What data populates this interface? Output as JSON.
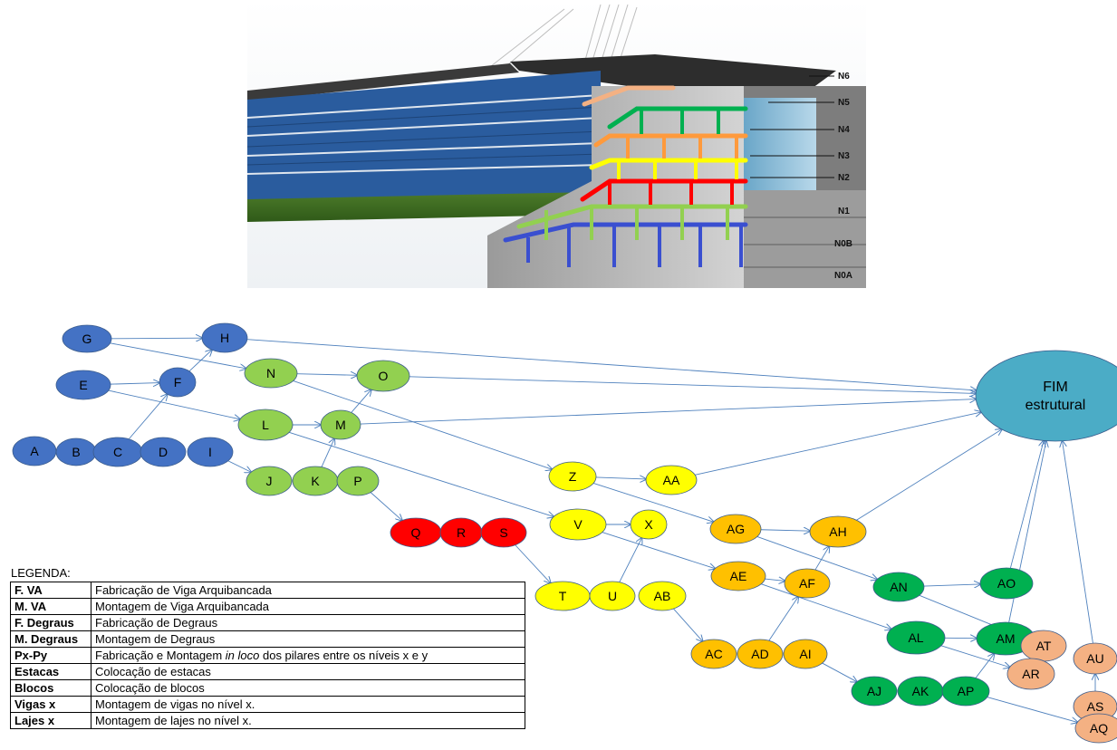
{
  "render": {
    "levels": [
      "N6",
      "N5",
      "N4",
      "N3",
      "N2",
      "N1",
      "N0B",
      "N0A"
    ]
  },
  "colors": {
    "blue": "#4472c4",
    "green": "#92d050",
    "red": "#ff0000",
    "yellow": "#ffff00",
    "orange": "#ffc000",
    "darkgreen": "#00b050",
    "peach": "#f4b183",
    "teal": "#4bacc6",
    "arrow": "#4f81bd"
  },
  "nodes": [
    {
      "id": "G",
      "label": "G",
      "color": "blue"
    },
    {
      "id": "H",
      "label": "H",
      "color": "blue"
    },
    {
      "id": "E",
      "label": "E",
      "color": "blue"
    },
    {
      "id": "F",
      "label": "F",
      "color": "blue"
    },
    {
      "id": "A",
      "label": "A",
      "color": "blue"
    },
    {
      "id": "B",
      "label": "B",
      "color": "blue"
    },
    {
      "id": "C",
      "label": "C",
      "color": "blue"
    },
    {
      "id": "D",
      "label": "D",
      "color": "blue"
    },
    {
      "id": "I",
      "label": "I",
      "color": "blue"
    },
    {
      "id": "N",
      "label": "N",
      "color": "green"
    },
    {
      "id": "O",
      "label": "O",
      "color": "green"
    },
    {
      "id": "L",
      "label": "L",
      "color": "green"
    },
    {
      "id": "M",
      "label": "M",
      "color": "green"
    },
    {
      "id": "J",
      "label": "J",
      "color": "green"
    },
    {
      "id": "K",
      "label": "K",
      "color": "green"
    },
    {
      "id": "P",
      "label": "P",
      "color": "green"
    },
    {
      "id": "Q",
      "label": "Q",
      "color": "red"
    },
    {
      "id": "R",
      "label": "R",
      "color": "red"
    },
    {
      "id": "S",
      "label": "S",
      "color": "red"
    },
    {
      "id": "Z",
      "label": "Z",
      "color": "yellow"
    },
    {
      "id": "AA",
      "label": "AA",
      "color": "yellow"
    },
    {
      "id": "V",
      "label": "V",
      "color": "yellow"
    },
    {
      "id": "X",
      "label": "X",
      "color": "yellow"
    },
    {
      "id": "T",
      "label": "T",
      "color": "yellow"
    },
    {
      "id": "U",
      "label": "U",
      "color": "yellow"
    },
    {
      "id": "AB",
      "label": "AB",
      "color": "yellow"
    },
    {
      "id": "AG",
      "label": "AG",
      "color": "orange"
    },
    {
      "id": "AH",
      "label": "AH",
      "color": "orange"
    },
    {
      "id": "AE",
      "label": "AE",
      "color": "orange"
    },
    {
      "id": "AF",
      "label": "AF",
      "color": "orange"
    },
    {
      "id": "AC",
      "label": "AC",
      "color": "orange"
    },
    {
      "id": "AD",
      "label": "AD",
      "color": "orange"
    },
    {
      "id": "AI",
      "label": "AI",
      "color": "orange"
    },
    {
      "id": "AN",
      "label": "AN",
      "color": "darkgreen"
    },
    {
      "id": "AO",
      "label": "AO",
      "color": "darkgreen"
    },
    {
      "id": "AL",
      "label": "AL",
      "color": "darkgreen"
    },
    {
      "id": "AM",
      "label": "AM",
      "color": "darkgreen"
    },
    {
      "id": "AJ",
      "label": "AJ",
      "color": "darkgreen"
    },
    {
      "id": "AK",
      "label": "AK",
      "color": "darkgreen"
    },
    {
      "id": "AP",
      "label": "AP",
      "color": "darkgreen"
    },
    {
      "id": "AT",
      "label": "AT",
      "color": "peach"
    },
    {
      "id": "AU",
      "label": "AU",
      "color": "peach"
    },
    {
      "id": "AR",
      "label": "AR",
      "color": "peach"
    },
    {
      "id": "AS",
      "label": "AS",
      "color": "peach"
    },
    {
      "id": "AQ",
      "label": "AQ",
      "color": "peach"
    },
    {
      "id": "FIM",
      "label": "FIM estrutural",
      "color": "teal"
    }
  ],
  "edges": [
    [
      "G",
      "H"
    ],
    [
      "G",
      "N"
    ],
    [
      "E",
      "F"
    ],
    [
      "E",
      "L"
    ],
    [
      "C",
      "F"
    ],
    [
      "F",
      "H"
    ],
    [
      "I",
      "J"
    ],
    [
      "H",
      "FIM"
    ],
    [
      "N",
      "O"
    ],
    [
      "N",
      "Z"
    ],
    [
      "O",
      "FIM"
    ],
    [
      "M",
      "FIM"
    ],
    [
      "L",
      "M"
    ],
    [
      "L",
      "V"
    ],
    [
      "K",
      "M"
    ],
    [
      "M",
      "O"
    ],
    [
      "P",
      "Q"
    ],
    [
      "S",
      "T"
    ],
    [
      "Z",
      "AA"
    ],
    [
      "Z",
      "AG"
    ],
    [
      "AA",
      "FIM"
    ],
    [
      "V",
      "X"
    ],
    [
      "V",
      "AE"
    ],
    [
      "U",
      "X"
    ],
    [
      "AB",
      "AC"
    ],
    [
      "AG",
      "AH"
    ],
    [
      "AG",
      "AN"
    ],
    [
      "AH",
      "FIM"
    ],
    [
      "AE",
      "AF"
    ],
    [
      "AE",
      "AL"
    ],
    [
      "AD",
      "AF"
    ],
    [
      "AF",
      "AH"
    ],
    [
      "AI",
      "AJ"
    ],
    [
      "AN",
      "AO"
    ],
    [
      "AN",
      "AT"
    ],
    [
      "AO",
      "FIM"
    ],
    [
      "AL",
      "AM"
    ],
    [
      "AL",
      "AR"
    ],
    [
      "AP",
      "AM"
    ],
    [
      "AM",
      "FIM"
    ],
    [
      "AP",
      "AQ"
    ],
    [
      "AQ",
      "AS"
    ],
    [
      "AS",
      "AU"
    ],
    [
      "AU",
      "FIM"
    ]
  ],
  "legend": {
    "caption": "LEGENDA:",
    "rows": [
      {
        "code": "F. VA",
        "desc": "Fabricação de Viga Arquibancada"
      },
      {
        "code": "M. VA",
        "desc": "Montagem de Viga Arquibancada"
      },
      {
        "code": "F. Degraus",
        "desc": "Fabricação de Degraus"
      },
      {
        "code": "M. Degraus",
        "desc": "Montagem de Degraus"
      },
      {
        "code": "Px-Py",
        "desc_before": "Fabricação e Montagem ",
        "desc_italic": "in loco",
        "desc_after": " dos pilares entre os níveis x e y"
      },
      {
        "code": "Estacas",
        "desc": "Colocação de estacas"
      },
      {
        "code": "Blocos",
        "desc": "Colocação de blocos"
      },
      {
        "code": "Vigas x",
        "desc": "Montagem de vigas no nível x."
      },
      {
        "code": "Lajes x",
        "desc": "Montagem de lajes no nível x."
      }
    ]
  }
}
